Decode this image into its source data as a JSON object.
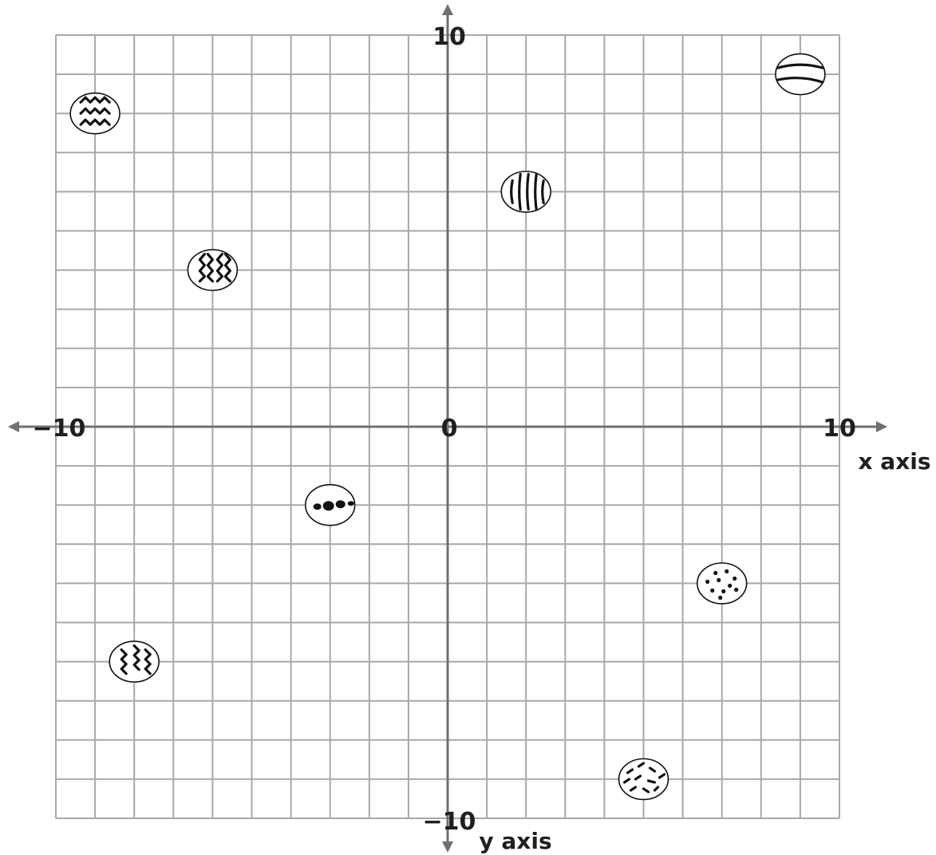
{
  "chart_data": {
    "type": "scatter",
    "title": "",
    "xlabel": "x axis",
    "ylabel": "y axis",
    "xlim": [
      -10,
      10
    ],
    "ylim": [
      -10,
      10
    ],
    "grid": true,
    "grid_step": 1,
    "tick_labels": {
      "x_min": "−10",
      "x_max": "10",
      "y_min": "−10",
      "y_max": "10",
      "origin": "0"
    },
    "points": [
      {
        "x": -9,
        "y": 8,
        "pattern": "zigzag-horizontal"
      },
      {
        "x": 9,
        "y": 9,
        "pattern": "wavy-horizontal-stripes"
      },
      {
        "x": 2,
        "y": 6,
        "pattern": "vertical-stripes"
      },
      {
        "x": -6,
        "y": 4,
        "pattern": "double-zigzag"
      },
      {
        "x": -3,
        "y": -2,
        "pattern": "large-dots"
      },
      {
        "x": 7,
        "y": -4,
        "pattern": "small-dots"
      },
      {
        "x": -8,
        "y": -6,
        "pattern": "zigzag-vertical"
      },
      {
        "x": 5,
        "y": -9,
        "pattern": "dashes"
      }
    ],
    "colors": {
      "grid": "#a8a8a8",
      "axis": "#707070",
      "egg_outline": "#111111",
      "egg_fill": "#ffffff",
      "egg_pattern": "#111111"
    }
  }
}
